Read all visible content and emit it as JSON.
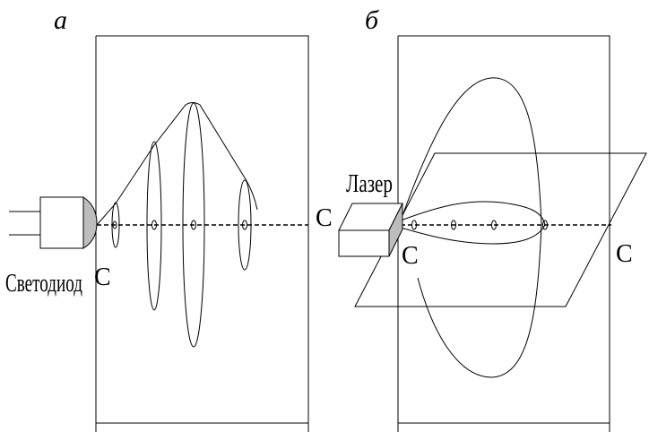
{
  "panel_a": {
    "letter": "а",
    "source_label": "Светодиод",
    "origin_label": "С"
  },
  "panel_b": {
    "letter": "б",
    "source_label": "Лазер",
    "top_label": "С",
    "origin_label": "С",
    "right_label": "С"
  },
  "colors": {
    "ink": "#000000",
    "device_fill": "#ffffff",
    "lens_fill": "#bdbdbd"
  }
}
